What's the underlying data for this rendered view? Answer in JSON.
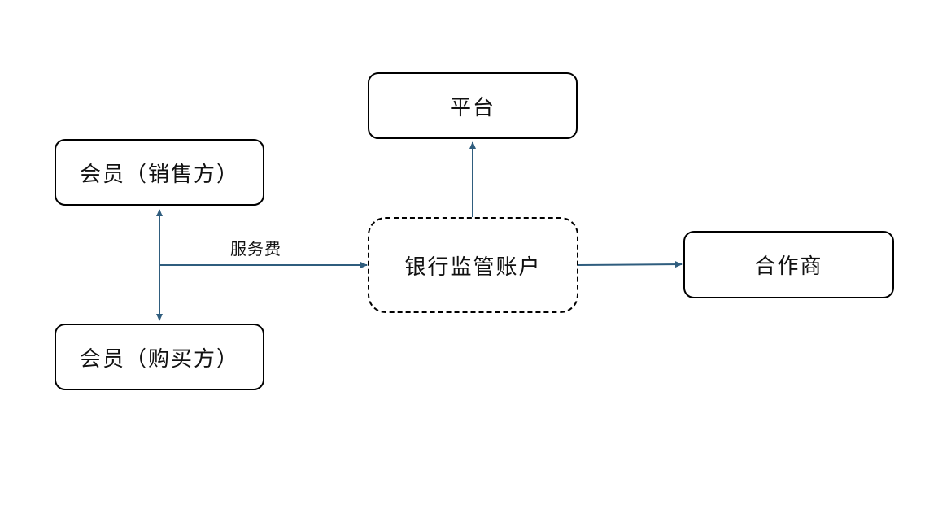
{
  "nodes": {
    "platform": "平台",
    "seller": "会员（销售方）",
    "buyer": "会员（购买方）",
    "bank": "银行监管账户",
    "partner": "合作商"
  },
  "edge_labels": {
    "service_fee": "服务费"
  },
  "colors": {
    "arrow": "#2f5d7e",
    "border": "#000000"
  }
}
